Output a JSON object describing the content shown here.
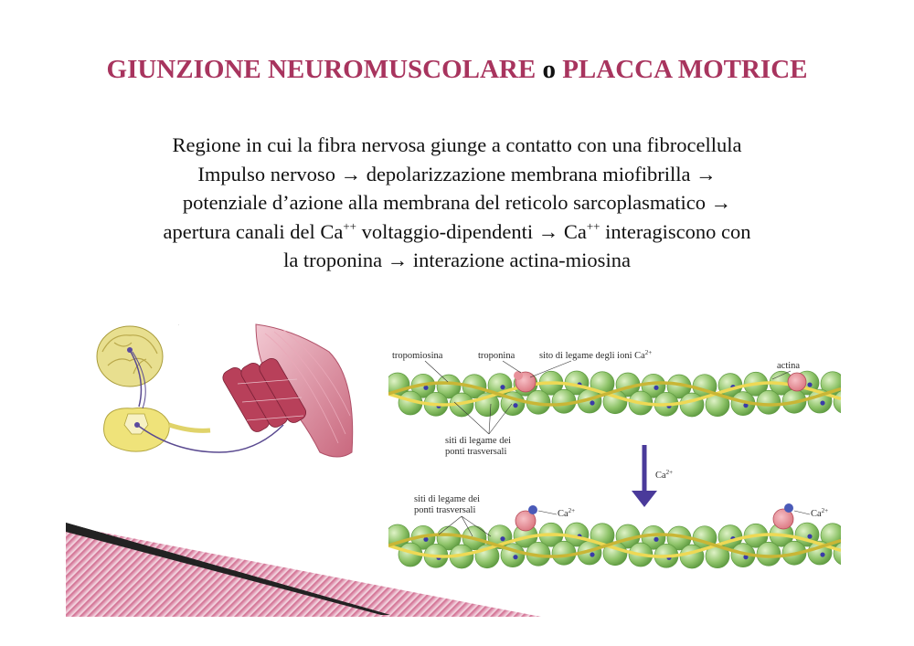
{
  "slide": {
    "title_part1": "GIUNZIONE NEUROMUSCOLARE",
    "title_conj": "o",
    "title_part2": "PLACCA MOTRICE",
    "body_line1": "Regione in cui la fibra nervosa giunge a contatto con una fibrocellula",
    "body_line2": "Impulso nervoso → depolarizzazione membrana miofibrilla →",
    "body_line3": "potenziale d’azione alla membrana del reticolo sarcoplasmatico →",
    "body_line4a": "apertura canali del Ca",
    "ion_charge": "++",
    "body_line4b": " voltaggio-dipendenti → Ca",
    "body_line4c": " interagiscono con",
    "body_line5": "la troponina → interazione actina-miosina"
  },
  "diagram": {
    "label_tropomiosina": "tropomiosina",
    "label_troponina": "troponina",
    "label_sito": "sito di legame degli ioni Ca",
    "calcium_charge": "2+",
    "label_actina": "actina",
    "label_siti_line1": "siti di legame dei",
    "label_siti_line2": "ponti trasversali",
    "label_ca": "Ca",
    "label_siti_b_line1": "siti di legame dei",
    "label_siti_b_line2": "ponti trasversali"
  },
  "colors": {
    "title": "#a8345e",
    "actin": "#8fc46a",
    "tropomyosin": "#e9d24a",
    "troponin": "#d8707a",
    "binding_site": "#3a3aa8",
    "deco_pink": "#c9577f"
  }
}
